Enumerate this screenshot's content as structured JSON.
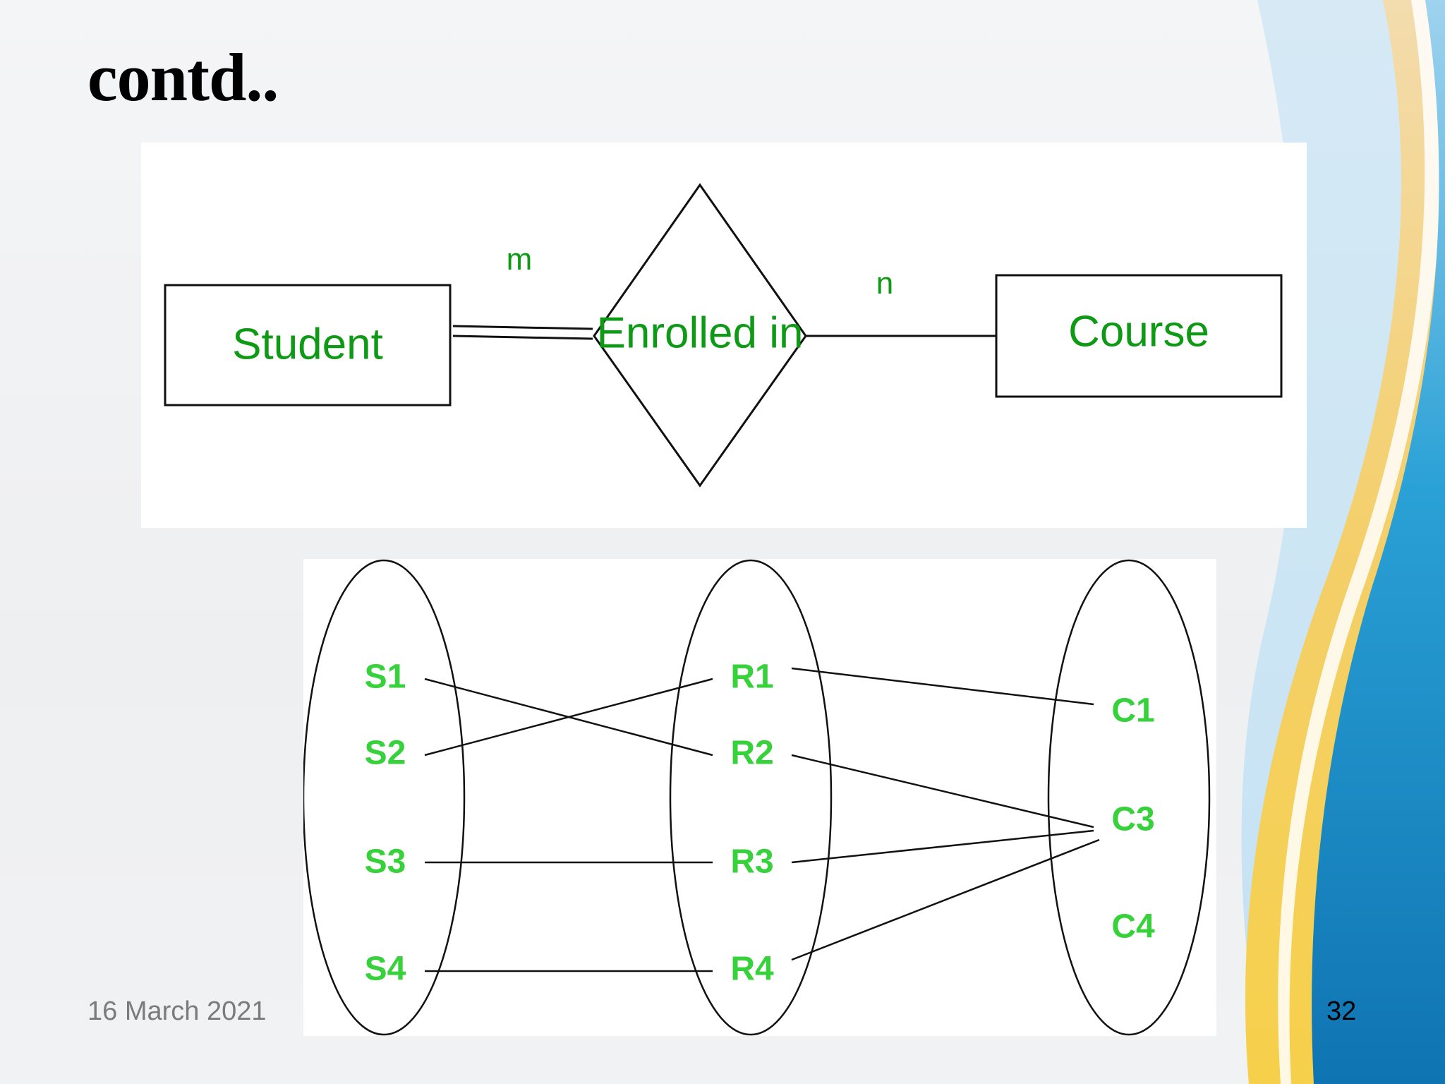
{
  "slide": {
    "title": "contd..",
    "date": "16 March 2021",
    "page_number": "32"
  },
  "er_diagram": {
    "entity_left": "Student",
    "relationship": "Enrolled in",
    "entity_right": "Course",
    "cardinality_left": "m",
    "cardinality_right": "n",
    "left_participation": "total (double line)",
    "right_participation": "partial (single line)"
  },
  "set_diagram": {
    "students": [
      "S1",
      "S2",
      "S3",
      "S4"
    ],
    "relationships": [
      "R1",
      "R2",
      "R3",
      "R4"
    ],
    "courses": [
      "C1",
      "C3",
      "C4"
    ],
    "student_links": [
      [
        "S1",
        "R2"
      ],
      [
        "S2",
        "R1"
      ],
      [
        "S3",
        "R3"
      ],
      [
        "S4",
        "R4"
      ]
    ],
    "course_links": [
      [
        "R1",
        "C1"
      ],
      [
        "R2",
        "C3"
      ],
      [
        "R3",
        "C3"
      ],
      [
        "R4",
        "C3"
      ]
    ]
  },
  "colors": {
    "label_green": "#0e9a15",
    "set_label_green": "#36d13b",
    "wave_blue": "#1188c4",
    "wave_gold": "#f5c842"
  }
}
